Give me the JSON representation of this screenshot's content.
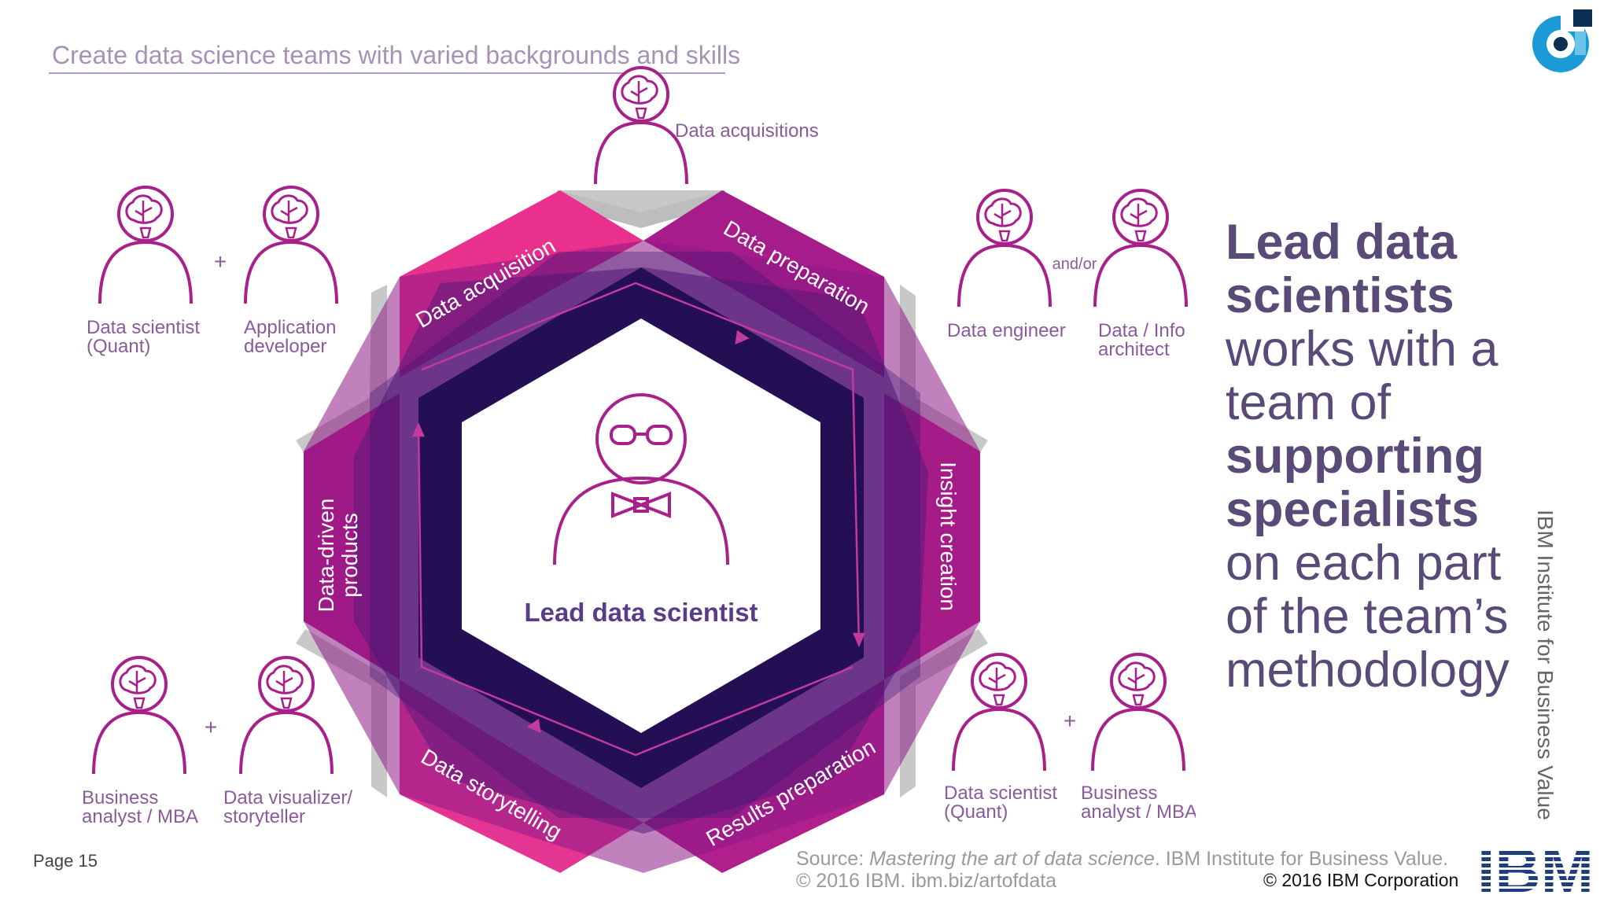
{
  "header": {
    "title": "Create data science teams with varied backgrounds and skills"
  },
  "diagram": {
    "center_label": "Lead data scientist",
    "segments": [
      {
        "label": "Data acquisition"
      },
      {
        "label": "Data preparation"
      },
      {
        "label": "Insight creation"
      },
      {
        "label": "Results preparation"
      },
      {
        "label": "Data storytelling"
      },
      {
        "label": "Data-driven",
        "label2": "products"
      }
    ],
    "roles": {
      "top": {
        "label": "Data acquisitions"
      },
      "top_left": {
        "connector": "+",
        "person1": {
          "line1": "Data scientist",
          "line2": "(Quant)"
        },
        "person2": {
          "line1": "Application",
          "line2": "developer"
        }
      },
      "top_right": {
        "connector": "and/or",
        "person1": {
          "line1": "Data engineer",
          "line2": ""
        },
        "person2": {
          "line1": "Data / Info",
          "line2": "architect"
        }
      },
      "bottom_left": {
        "connector": "+",
        "person1": {
          "line1": "Business",
          "line2": "analyst / MBA"
        },
        "person2": {
          "line1": "Data visualizer/",
          "line2": "storyteller"
        }
      },
      "bottom_right": {
        "connector": "+",
        "person1": {
          "line1": "Data scientist",
          "line2": "(Quant)"
        },
        "person2": {
          "line1": "Business",
          "line2": "analyst / MBA"
        }
      }
    },
    "colors": {
      "magenta": "#e8308c",
      "purple": "#9c1a86",
      "dark_purple": "#3a1a6e",
      "navy": "#1f0f4e",
      "icon_stroke": "#a8208a",
      "chevron_grey": "#c8c8c8"
    }
  },
  "headline": {
    "bold1": "Lead data scientists",
    "text1": "works with a team of",
    "bold2": "supporting specialists",
    "text2": "on each part of the team’s methodology"
  },
  "side_label": "IBM Institute for Business Value",
  "footer": {
    "page": "Page 15",
    "source_prefix": "Source: ",
    "source_title": "Mastering the art of data science",
    "source_suffix": ". IBM Institute for Business Value.",
    "source_line2": "© 2016 IBM. ibm.biz/artofdata",
    "copyright": "© 2016 IBM Corporation",
    "brand": "IBM"
  }
}
